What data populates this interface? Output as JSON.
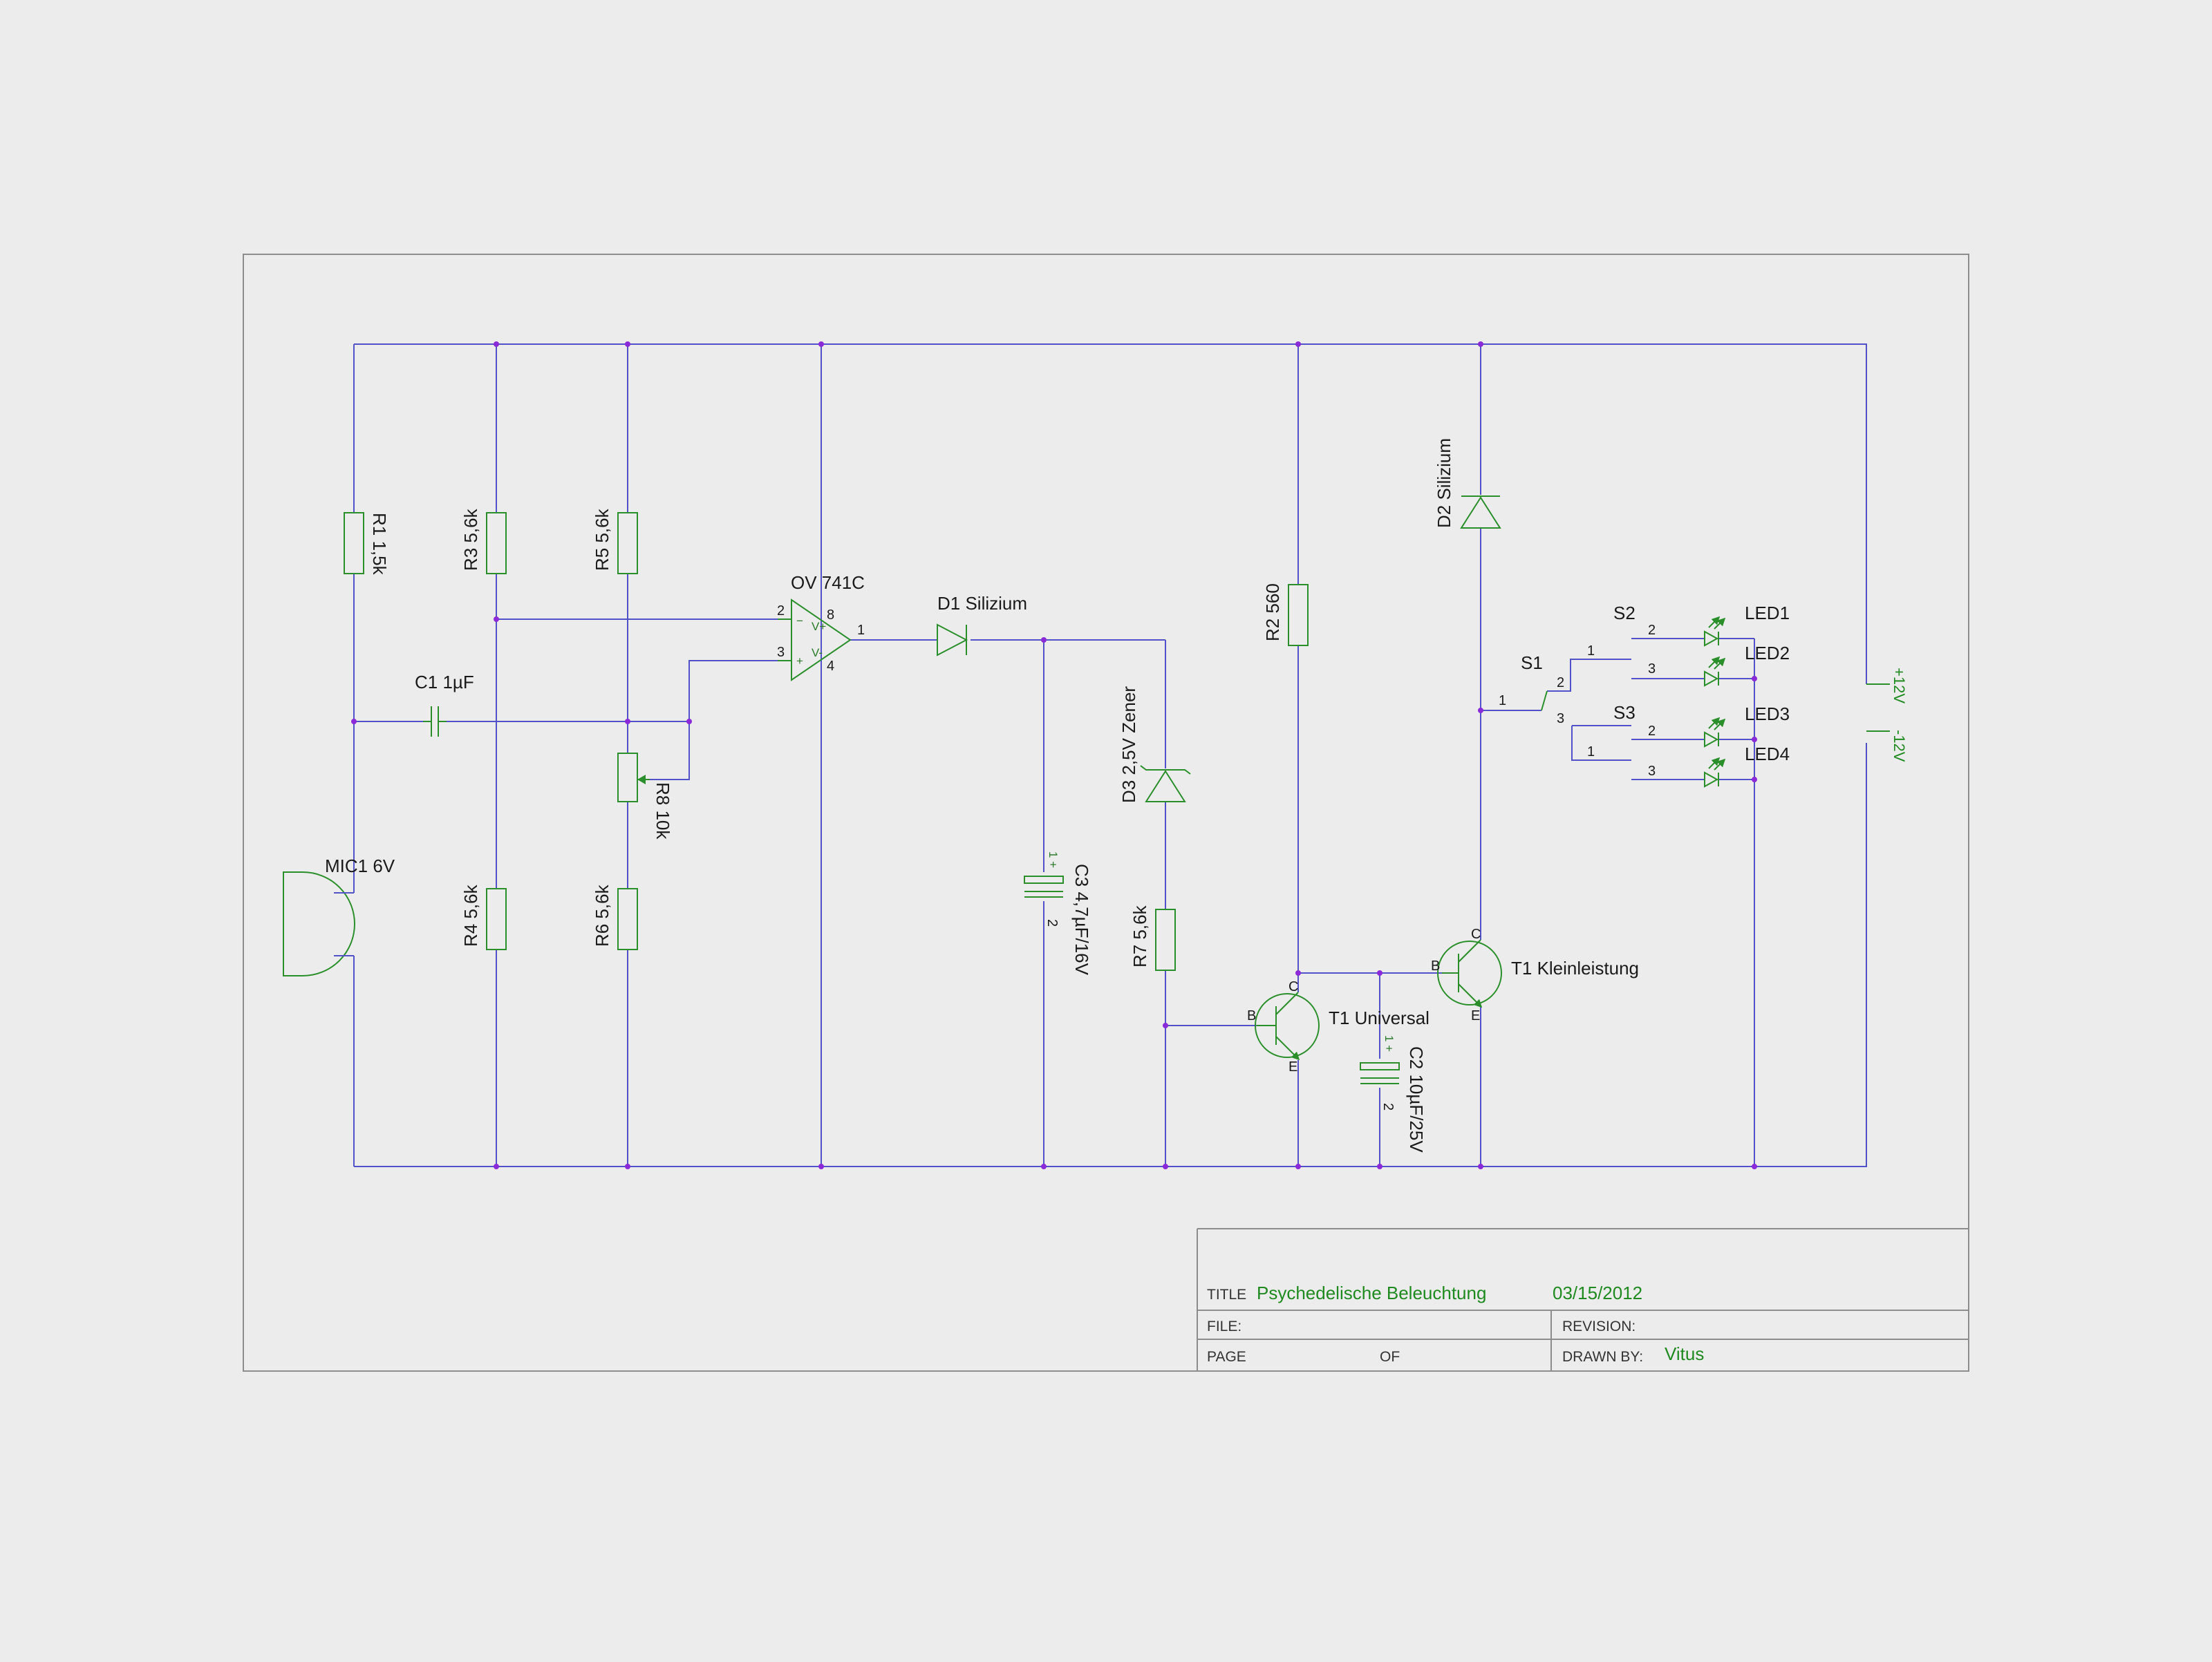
{
  "colors": {
    "background": "#ececec",
    "wire": "#5151c8",
    "symbol": "#2a8f2a",
    "junction": "#8a2ad8",
    "frame": "#8c8c8c",
    "label": "#1a1a1a",
    "titleblock_value": "#1f8a1f"
  },
  "components": {
    "r1": "R1 1,5k",
    "r3": "R3 5,6k",
    "r5": "R5 5,6k",
    "r4": "R4 5,6k",
    "r6": "R6 5,6k",
    "r8": "R8 10k",
    "r2": "R2 560",
    "r7": "R7 5,6k",
    "c1": "C1 1µF",
    "c2": "C2 10µF/25V",
    "c3": "C3 4,7µF/16V",
    "mic1": "MIC1 6V",
    "opamp": "OV 741C",
    "d1": "D1 Silizium",
    "d2": "D2 Silizium",
    "d3": "D3 2,5V Zener",
    "t1_universal": "T1 Universal",
    "t1_kleinleistung": "T1 Kleinleistung",
    "s1": "S1",
    "s2": "S2",
    "s3": "S3",
    "led1": "LED1",
    "led2": "LED2",
    "led3": "LED3",
    "led4": "LED4",
    "vplus": "+12V",
    "vminus": "-12V"
  },
  "pins": {
    "op_in_neg": "2",
    "op_in_pos": "3",
    "op_out": "1",
    "op_vplus": "8",
    "op_vminus": "4",
    "op_sign_neg": "−",
    "op_sign_pos": "+",
    "op_vp_label": "V+",
    "op_vm_label": "V-",
    "s2_a": "2",
    "s2_b": "3",
    "s1_a": "1",
    "s1_b": "2",
    "s1_c": "1",
    "s1_d": "3",
    "s3_a": "2",
    "s3_b": "1",
    "s3_c": "3",
    "cap_plus": "1 +",
    "cap_neg": "2",
    "t_b": "B",
    "t_c": "C",
    "t_e": "E"
  },
  "title_block": {
    "title_key": "TITLE",
    "title_value": "Psychedelische Beleuchtung",
    "date_value": "03/15/2012",
    "file_key": "FILE:",
    "revision_key": "REVISION:",
    "page_key": "PAGE",
    "of_key": "OF",
    "drawn_by_key": "DRAWN BY:",
    "drawn_by_value": "Vitus"
  }
}
